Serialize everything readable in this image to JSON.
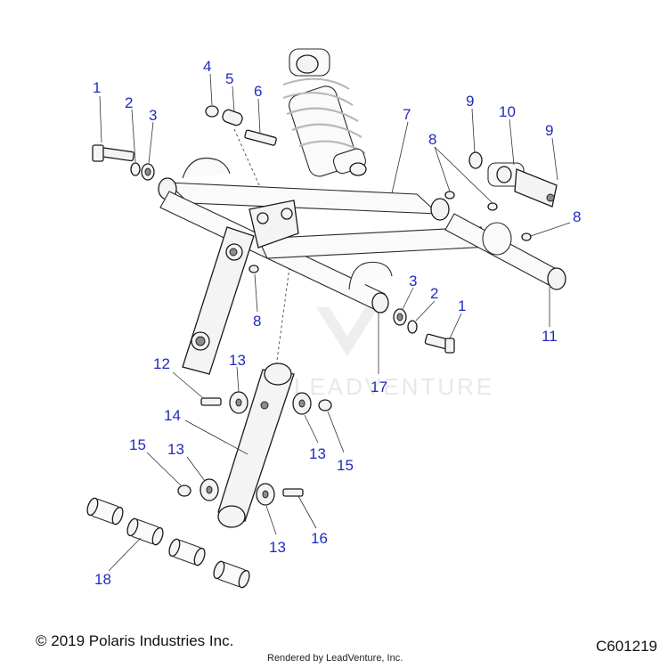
{
  "diagram": {
    "callouts": [
      "1",
      "2",
      "3",
      "4",
      "5",
      "6",
      "7",
      "8",
      "9",
      "10",
      "9",
      "8",
      "8",
      "11",
      "3",
      "2",
      "1",
      "17",
      "12",
      "13",
      "14",
      "13",
      "15",
      "15",
      "13",
      "13",
      "16",
      "18"
    ]
  },
  "watermark": {
    "text": "LEADVENTURE"
  },
  "footer": {
    "copyright": "© 2019 Polaris Industries Inc.",
    "rendered_by": "Rendered by LeadVenture, Inc.",
    "figure_id": "C601219"
  }
}
